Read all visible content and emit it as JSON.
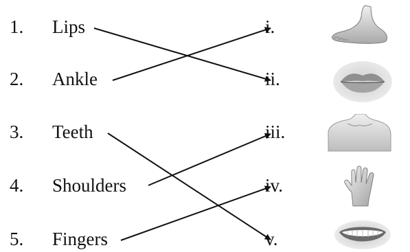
{
  "left_items": [
    {
      "number": "1.",
      "word": "Lips"
    },
    {
      "number": "2.",
      "word": "Ankle"
    },
    {
      "number": "3.",
      "word": "Teeth"
    },
    {
      "number": "4.",
      "word": "Shoulders"
    },
    {
      "number": "5.",
      "word": "Fingers"
    }
  ],
  "right_items": [
    {
      "label": "i.",
      "picture": "foot-icon"
    },
    {
      "label": "ii.",
      "picture": "lips-icon"
    },
    {
      "label": "iii.",
      "picture": "shoulders-icon"
    },
    {
      "label": "iv.",
      "picture": "hand-icon"
    },
    {
      "label": "v.",
      "picture": "teeth-icon"
    }
  ],
  "matches": [
    {
      "from": "Lips",
      "to": "ii."
    },
    {
      "from": "Ankle",
      "to": "i."
    },
    {
      "from": "Teeth",
      "to": "v."
    },
    {
      "from": "Shoulders",
      "to": "iii."
    },
    {
      "from": "Fingers",
      "to": "iv."
    }
  ],
  "colors": {
    "text": "#111111",
    "arrow": "#111111",
    "picture_shade": "#bdbdbd"
  }
}
